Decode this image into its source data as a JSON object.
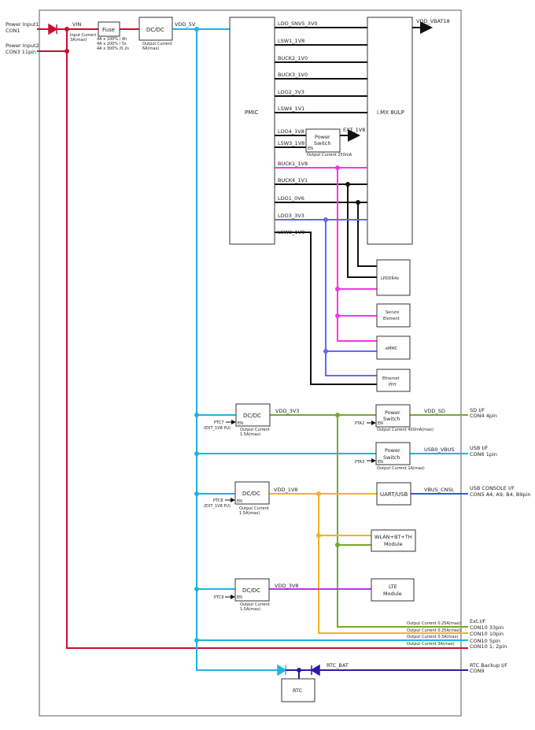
{
  "inputs": {
    "in1": "Power Input1",
    "in1c": "CON1",
    "in2": "Power Input2",
    "in2c": "CON3 11pin",
    "vin": "VIN",
    "icur1": "Input Current",
    "icur2": "3A(max)"
  },
  "fuse": {
    "label": "Fuse",
    "r1": "4A x 100% / 4h",
    "r2": "4A x 200% / 5s",
    "r3": "4A x 300% /0.2s"
  },
  "dcdc_main": {
    "label": "DC/DC",
    "o1": "Output Current",
    "o2": "6A(max)",
    "net": "VDD_5V"
  },
  "pmic": {
    "label": "PMIC",
    "rails": [
      "LDO_SNVS_3V0",
      "LSW1_1V8",
      "BUCK2_1V0",
      "BUCK3_1V0",
      "LDO2_3V3",
      "LSW4_1V1",
      "LDO4_1V8",
      "LSW3_1V8",
      "BUCK1_1V8",
      "BUCK4_1V1",
      "LDO1_0V6",
      "LDO3_3V3",
      "LSW2_1V8"
    ]
  },
  "imx": {
    "label": "i.MX 8ULP",
    "out": "VDD_VBAT18"
  },
  "ext_switch": {
    "l1": "Power",
    "l2": "Switch",
    "en": "EN",
    "out": "EXT_1V8",
    "cur": "Output Current 250mA"
  },
  "devices": {
    "lpddr": "LPDDR4x",
    "se1": "Secure",
    "se2": "Element",
    "emmc": "eMMC",
    "eth1": "Ethernet",
    "eth2": "PHY",
    "wlan1": "WLAN+BT+TH",
    "wlan2": "Module",
    "lte1": "LTE",
    "lte2": "Module",
    "uart": "UART/USB",
    "rtc": "RTC"
  },
  "dcdc3v3": {
    "label": "DC/DC",
    "en": "EN",
    "ctl1": "PTC7",
    "ctl2": "(EXT_1V8 PU)",
    "o1": "Output Current",
    "o2": "1.5A(max)",
    "net": "VDD_3V3"
  },
  "dcdc1v8": {
    "label": "DC/DC",
    "en": "EN",
    "ctl1": "PTC8",
    "ctl2": "(EXT_1V8 PU)",
    "o1": "Output Current",
    "o2": "1.5A(max)",
    "net": "VDD_1V8"
  },
  "dcdc3v8": {
    "label": "DC/DC",
    "en": "EN",
    "ctl1": "PTC9",
    "o1": "Output Current",
    "o2": "1.5A(max)",
    "net": "VDD_3V8"
  },
  "sw_sd": {
    "l1": "Power",
    "l2": "Switch",
    "en": "EN",
    "ctl": "PTA2",
    "cur": "Output Current 400mA(max)",
    "net": "VDD_SD"
  },
  "sw_usb": {
    "l1": "Power",
    "l2": "Switch",
    "en": "EN",
    "ctl": "PTA3",
    "cur": "Output Current 1A(max)",
    "net": "USB0_VBUS"
  },
  "uart_net": "VBUS_CNSL",
  "rtc_net": "RTC_BAT",
  "connectors": {
    "sd1": "SD I/F",
    "sd2": "CON4 4pin",
    "usb1": "USB I/F",
    "usb2": "CON6 1pin",
    "cons1": "USB CONSOLE I/F",
    "cons2": "CON5 A4, A9, B4, B9pin",
    "ext": "Ext.I/F",
    "c33": "CON10 33pin",
    "c10": "CON10 10pin",
    "c5": "CON10 5pin",
    "c12": "CON10 1, 2pin",
    "rtc1": "RTC Backup I/F",
    "rtc2": "CON9"
  },
  "ext_currents": [
    "Output Current 0.25A(max)",
    "Output Current 0.25A(max)",
    "Output Current 0.5A(max)",
    "Output Current 3A(max)"
  ],
  "colors": {
    "red": "#c8102e",
    "cyan": "#1eb4e0",
    "green": "#76a830",
    "orange": "#f5b31b",
    "magenta": "#ff33e6",
    "blue": "#6666ff",
    "purple": "#bb33ee",
    "navy": "#2a1aa8",
    "usb": "#3355ee"
  }
}
